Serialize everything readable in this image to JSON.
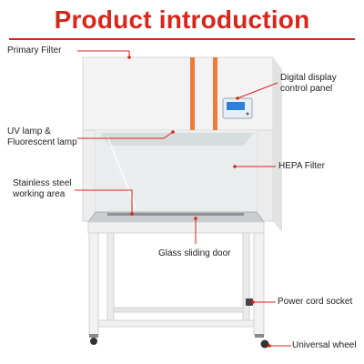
{
  "title": "Product introduction",
  "colors": {
    "title": "#d9261c",
    "accent_stripe": "#f07a3a",
    "leader": "#d9261c",
    "display_panel": "#2e7fd6"
  },
  "labels": {
    "primary_filter": "Primary Filter",
    "digital_display": "Digital display\ncontrol panel",
    "uv_lamp": "UV lamp &\nFluorescent lamp",
    "hepa_filter": "HEPA Filter",
    "stainless": "Stainless steel\nworking area",
    "glass_door": "Glass sliding door",
    "power_cord": "Power cord socket",
    "wheel": "Universal wheel"
  }
}
